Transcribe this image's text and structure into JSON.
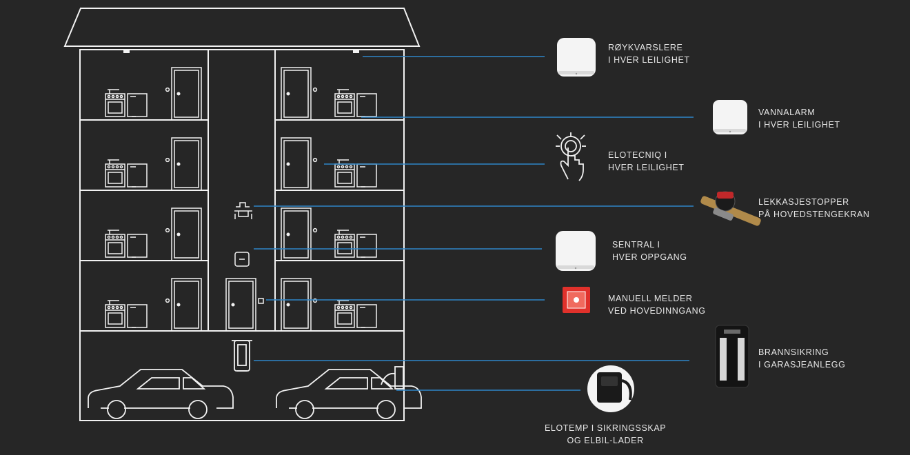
{
  "labels": {
    "smoke": [
      "RØYKVARSLERE",
      "I HVER LEILIGHET"
    ],
    "water": [
      "VANNALARM",
      "I HVER LEILIGHET"
    ],
    "elotecniq": [
      "ELOTECNIQ I",
      "HVER LEILIGHET"
    ],
    "leak": [
      "LEKKASJESTOPPER",
      "PÅ HOVEDSTENGEKRAN"
    ],
    "hub": [
      "SENTRAL I",
      "HVER OPPGANG"
    ],
    "manual": [
      "MANUELL MELDER",
      "VED HOVEDINNGANG"
    ],
    "fire": [
      "BRANNSIKRING",
      "I GARASJEANLEGG"
    ],
    "elotemp": [
      "ELOTEMP I SIKRINGSSKAP",
      "OG ELBIL-LADER"
    ]
  },
  "colors": {
    "background": "#262626",
    "outline": "#f2f2f2",
    "connector": "#2f86c8",
    "text": "#e6e6e6",
    "device_white": "#f4f4f4",
    "manual_call_point": "#e0312b"
  },
  "icons": {
    "smoke": "smoke-detector-icon",
    "water": "water-alarm-icon",
    "elotecniq": "touch-hand-icon",
    "leak": "leak-stopper-valve-icon",
    "hub": "hub-icon",
    "manual": "manual-call-point-icon",
    "fire": "fire-suppression-cylinder-icon",
    "elotemp": "elotemp-sensor-icon"
  }
}
